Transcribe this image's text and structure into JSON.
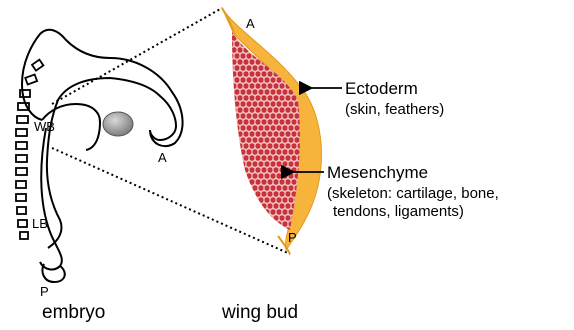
{
  "labels": {
    "embryo_wb": "WB",
    "embryo_lb": "LB",
    "embryo_a": "A",
    "embryo_p": "P",
    "bud_a": "A",
    "bud_p": "P",
    "ectoderm": "Ectoderm",
    "ectoderm_sub": "(skin, feathers)",
    "mesenchyme": "Mesenchyme",
    "mesenchyme_sub1": "(skeleton: cartilage, bone,",
    "mesenchyme_sub2": "tendons, ligaments)",
    "caption_embryo": "embryo",
    "caption_wing": "wing bud"
  },
  "colors": {
    "ectoderm": "#f6b43c",
    "mesenchyme": "#c8323a",
    "eye": "#9a9a9a",
    "line": "#000000"
  },
  "icons": {
    "ectoderm_pointer": "arrow-left-icon",
    "mesenchyme_pointer": "arrow-left-icon"
  }
}
